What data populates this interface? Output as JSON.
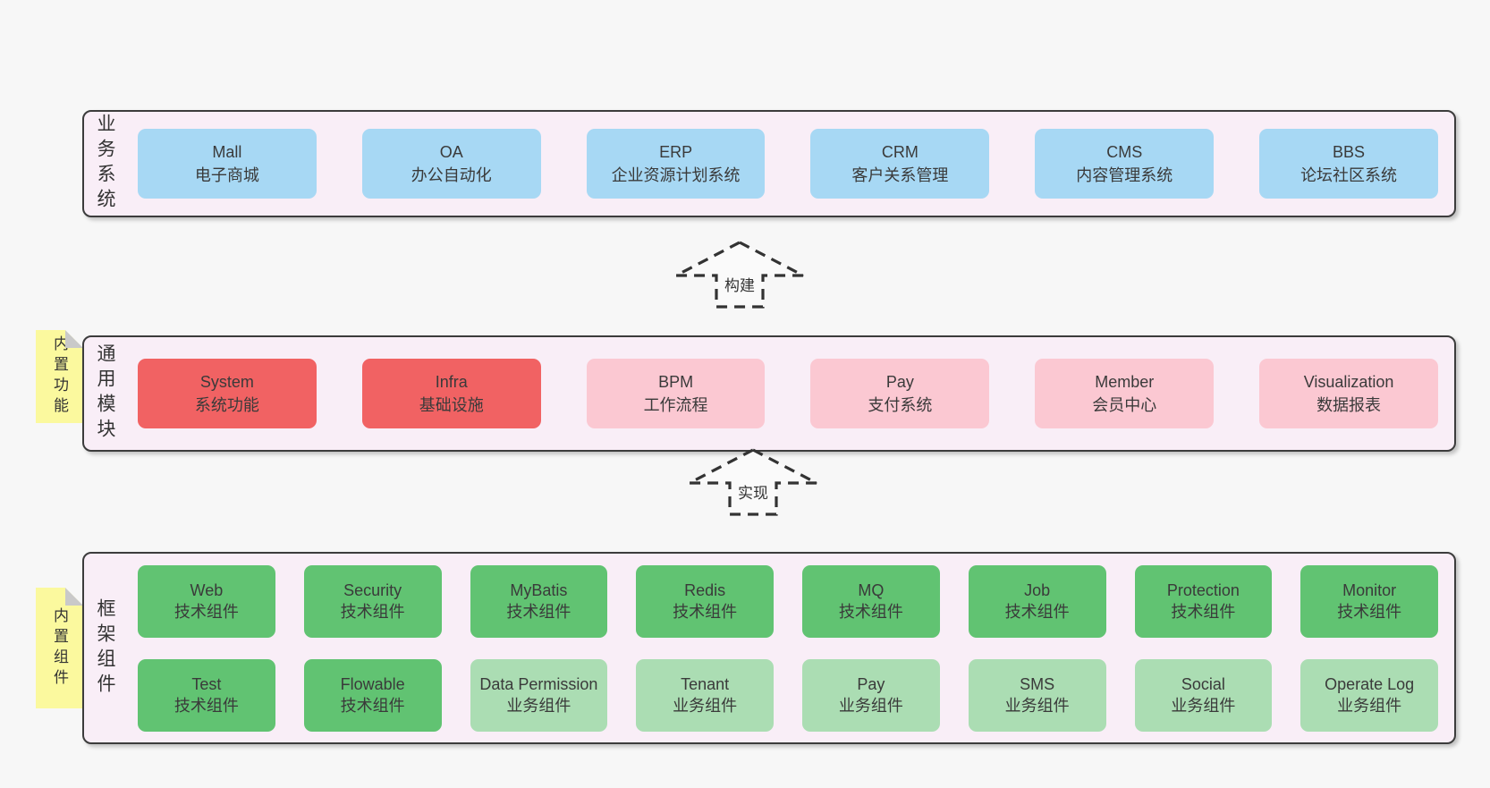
{
  "colors": {
    "page_bg": "#f7f7f7",
    "section_bg": "#f9eef7",
    "section_border": "#3c3c3c",
    "blue": "#a7d8f4",
    "red": "#f16263",
    "pink": "#fbc8d2",
    "green": "#61c372",
    "light_green": "#abddb3",
    "sticky_yellow": "#fbf99e",
    "sticky_fold": "#c9c9c9",
    "text": "#3a3a3a"
  },
  "arrows": [
    {
      "label": "构建"
    },
    {
      "label": "实现"
    }
  ],
  "sections": [
    {
      "title": "业务系统",
      "boxes": [
        {
          "name": "Mall",
          "desc": "电子商城",
          "variant": "blue"
        },
        {
          "name": "OA",
          "desc": "办公自动化",
          "variant": "blue"
        },
        {
          "name": "ERP",
          "desc": "企业资源计划系统",
          "variant": "blue"
        },
        {
          "name": "CRM",
          "desc": "客户关系管理",
          "variant": "blue"
        },
        {
          "name": "CMS",
          "desc": "内容管理系统",
          "variant": "blue"
        },
        {
          "name": "BBS",
          "desc": "论坛社区系统",
          "variant": "blue"
        }
      ]
    },
    {
      "title": "通用模块",
      "sticky": "内置功能",
      "boxes": [
        {
          "name": "System",
          "desc": "系统功能",
          "variant": "red"
        },
        {
          "name": "Infra",
          "desc": "基础设施",
          "variant": "red"
        },
        {
          "name": "BPM",
          "desc": "工作流程",
          "variant": "pink"
        },
        {
          "name": "Pay",
          "desc": "支付系统",
          "variant": "pink"
        },
        {
          "name": "Member",
          "desc": "会员中心",
          "variant": "pink"
        },
        {
          "name": "Visualization",
          "desc": "数据报表",
          "variant": "pink"
        }
      ]
    },
    {
      "title": "框架组件",
      "sticky": "内置组件",
      "boxes": [
        {
          "name": "Web",
          "desc": "技术组件",
          "variant": "green"
        },
        {
          "name": "Security",
          "desc": "技术组件",
          "variant": "green"
        },
        {
          "name": "MyBatis",
          "desc": "技术组件",
          "variant": "green"
        },
        {
          "name": "Redis",
          "desc": "技术组件",
          "variant": "green"
        },
        {
          "name": "MQ",
          "desc": "技术组件",
          "variant": "green"
        },
        {
          "name": "Job",
          "desc": "技术组件",
          "variant": "green"
        },
        {
          "name": "Protection",
          "desc": "技术组件",
          "variant": "green"
        },
        {
          "name": "Monitor",
          "desc": "技术组件",
          "variant": "green"
        },
        {
          "name": "Test",
          "desc": "技术组件",
          "variant": "green"
        },
        {
          "name": "Flowable",
          "desc": "技术组件",
          "variant": "green"
        },
        {
          "name": "Data Permission",
          "desc": "业务组件",
          "variant": "light-green"
        },
        {
          "name": "Tenant",
          "desc": "业务组件",
          "variant": "light-green"
        },
        {
          "name": "Pay",
          "desc": "业务组件",
          "variant": "light-green"
        },
        {
          "name": "SMS",
          "desc": "业务组件",
          "variant": "light-green"
        },
        {
          "name": "Social",
          "desc": "业务组件",
          "variant": "light-green"
        },
        {
          "name": "Operate Log",
          "desc": "业务组件",
          "variant": "light-green"
        }
      ]
    }
  ]
}
